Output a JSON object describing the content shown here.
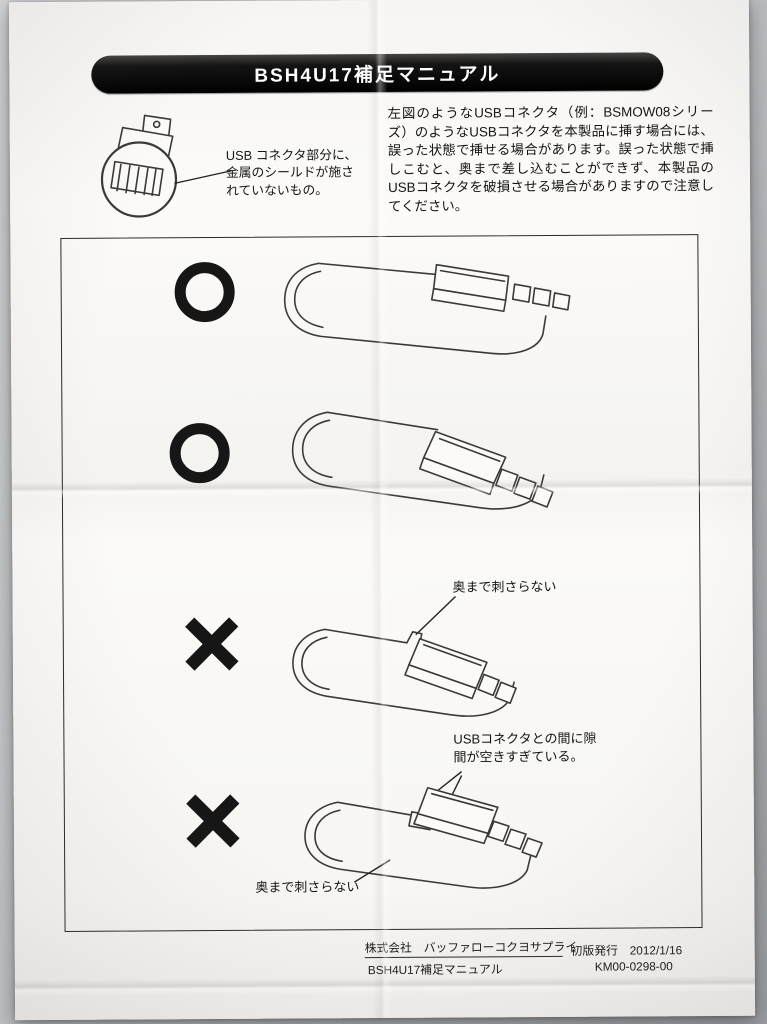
{
  "banner": {
    "title": "BSH4U17補足マニュアル"
  },
  "intro": {
    "connector_note": "USB コネクタ部分に、金属のシールドが施されていないもの。",
    "body_text": "左図のようなUSBコネクタ（例：BSMOW08シリーズ）のようなUSBコネクタを本製品に挿す場合には、誤った状態で挿せる場合があります。誤った状態で挿しこむと、奥まで差し込むことができず、本製品のUSBコネクタを破損させる場合がありますので注意してください。"
  },
  "diagram": {
    "rows": [
      {
        "symbol": "correct-circle"
      },
      {
        "symbol": "correct-circle"
      },
      {
        "symbol": "wrong-cross",
        "label_top": "奥まで刺さらない"
      },
      {
        "symbol": "wrong-cross",
        "label_top": "USBコネクタとの間に隙間が空きすぎている。",
        "label_bottom": "奥まで刺さらない"
      }
    ]
  },
  "footer": {
    "company": "株式会社　バッファローコクヨサプライ",
    "doc_title": "BSH4U17補足マニュアル",
    "edition": "初版発行　2012/1/16",
    "code": "KM00-0298-00"
  }
}
